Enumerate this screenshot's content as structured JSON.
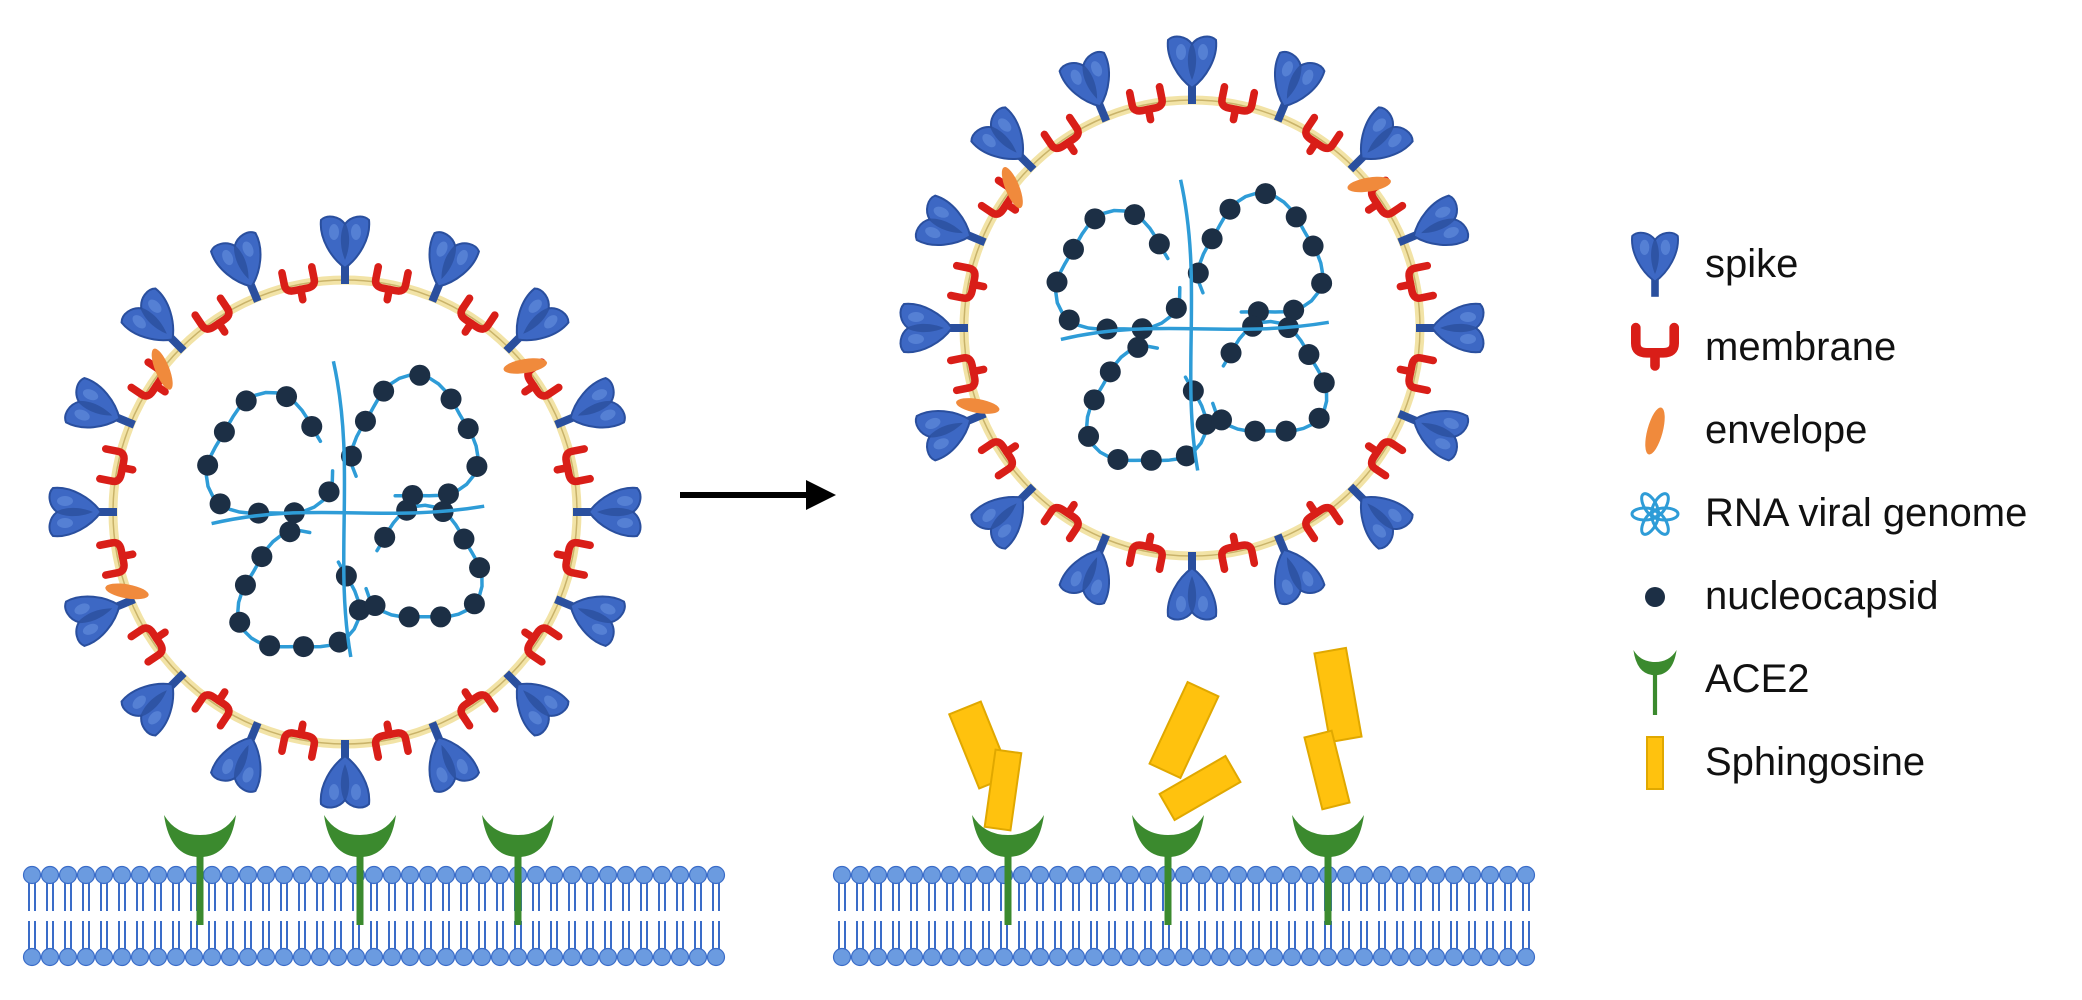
{
  "colors": {
    "spike": "#3d68c4",
    "spike_dark": "#2a4f9e",
    "membrane": "#d91e18",
    "envelope": "#f08a3c",
    "rna": "#2e9cd7",
    "nucleocapsid": "#1c2f45",
    "ace2": "#3b8a2e",
    "sphingosine": "#ffc20e",
    "sphingosine_edge": "#e0a800",
    "envelope_ring": "#f2e3a6",
    "lipid_head": "#6b9be0",
    "lipid_tail": "#3a6cc8",
    "arrow": "#000000"
  },
  "icons": {
    "spike": "spike-protein-icon",
    "membrane": "membrane-protein-icon",
    "envelope": "envelope-protein-icon",
    "rna": "rna-genome-icon",
    "nucleocapsid": "nucleocapsid-dot-icon",
    "ace2": "ace2-receptor-icon",
    "sphingosine": "sphingosine-rod-icon"
  },
  "legend": [
    {
      "key": "spike",
      "label": "spike"
    },
    {
      "key": "membrane",
      "label": "membrane"
    },
    {
      "key": "envelope",
      "label": "envelope"
    },
    {
      "key": "rna",
      "label": "RNA viral genome"
    },
    {
      "key": "nucleocapsid",
      "label": "nucleocapsid"
    },
    {
      "key": "ace2",
      "label": "ACE2"
    },
    {
      "key": "sphingosine",
      "label": "Sphingosine"
    }
  ]
}
